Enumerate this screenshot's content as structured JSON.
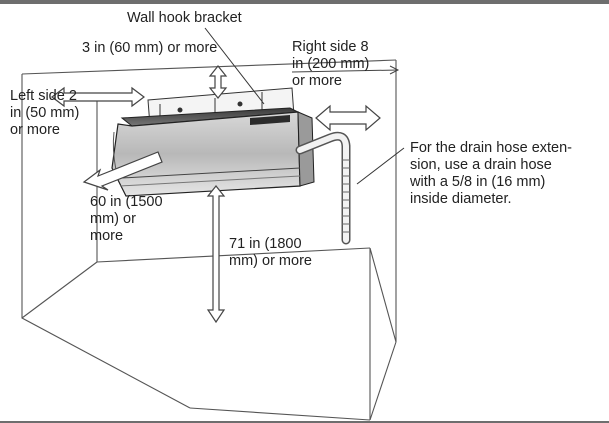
{
  "labels": {
    "bracket": "Wall hook bracket",
    "top_clearance": "3 in (60 mm) or more",
    "right_side": [
      "Right side 8",
      "in (200 mm)",
      "or more"
    ],
    "left_side": [
      "Left side 2",
      "in (50 mm)",
      "or more"
    ],
    "front_clearance": [
      "60 in (1500",
      "mm) or",
      "more"
    ],
    "floor_clearance": [
      "71 in (1800",
      "mm) or more"
    ],
    "drain_note": [
      "For the drain hose exten-",
      "sion, use a drain hose",
      "with a 5/8 in (16 mm)",
      "inside diameter."
    ]
  }
}
